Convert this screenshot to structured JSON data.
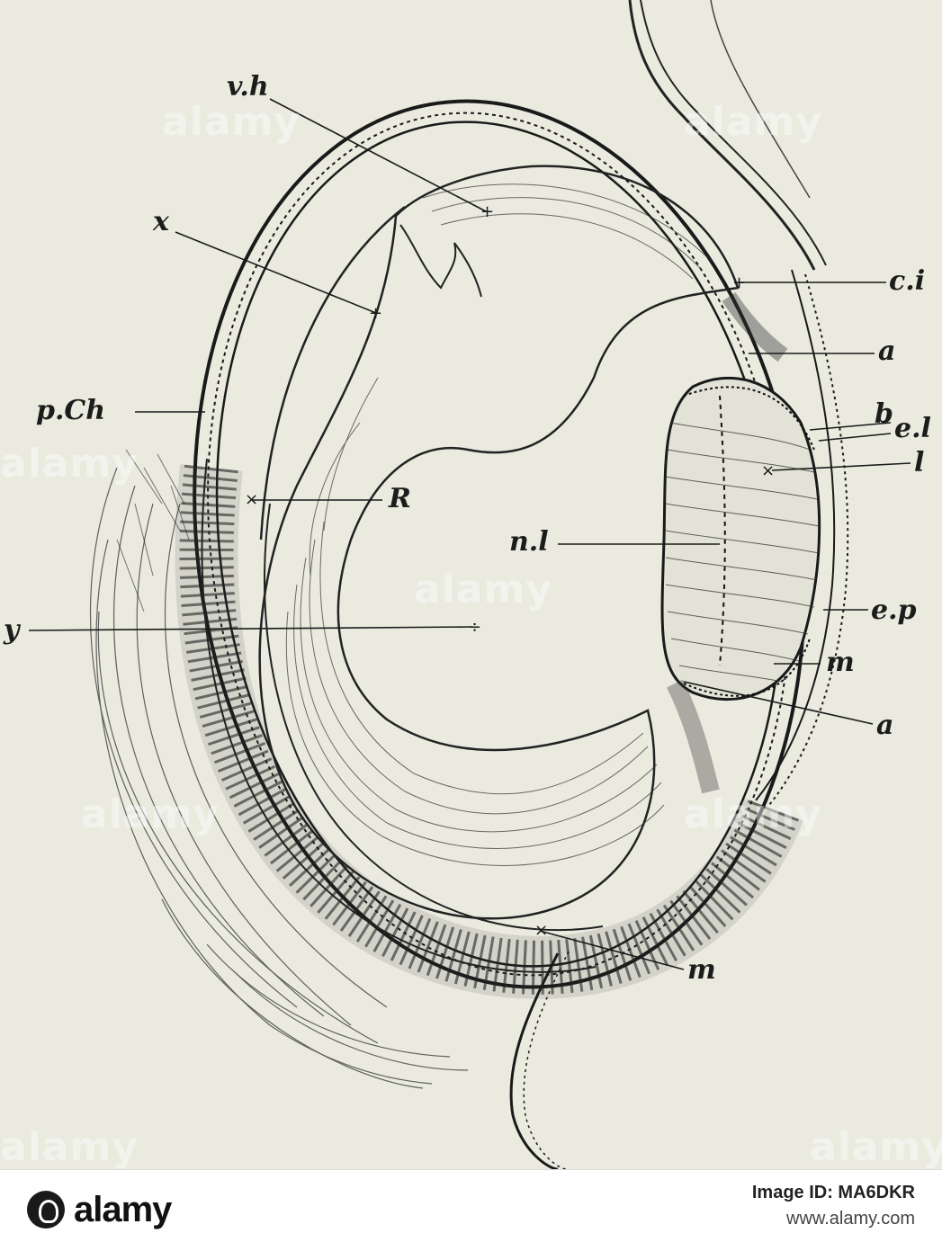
{
  "figure": {
    "labels": {
      "vh": "v.h",
      "x": "x",
      "pch": "p.Ch",
      "ci": "c.i",
      "a_top": "a",
      "b": "b",
      "el": "e.l",
      "l": "l",
      "R": "R",
      "nl": "n.l",
      "y": "y",
      "ep": "e.p",
      "m_right": "m",
      "a_bottom": "a",
      "m_bottom": "m"
    },
    "watermark": "alamy"
  },
  "footer": {
    "logo_text": "alamy",
    "image_id": "Image ID: MA6DKR",
    "site": "www.alamy.com"
  },
  "colors": {
    "paper": "#eaeadf",
    "ink": "#1c1c1a"
  }
}
